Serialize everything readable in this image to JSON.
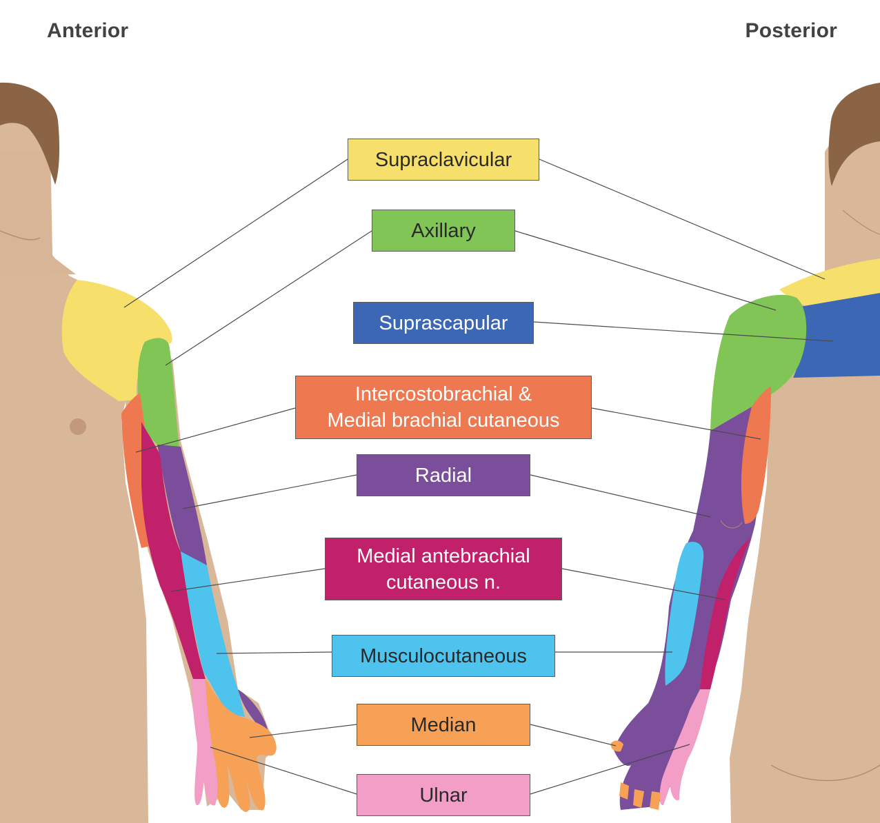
{
  "views": {
    "anterior": "Anterior",
    "posterior": "Posterior"
  },
  "nerves": {
    "supraclavicular": {
      "label": "Supraclavicular",
      "color": "#f7df6b"
    },
    "axillary": {
      "label": "Axillary",
      "color": "#80c556"
    },
    "suprascapular": {
      "label": "Suprascapular",
      "color": "#3b67b4"
    },
    "intercostobrachial": {
      "line1": "Intercostobrachial &",
      "line2": "Medial brachial cutaneous",
      "color": "#ee7850"
    },
    "radial": {
      "label": "Radial",
      "color": "#7a4e9b"
    },
    "medial_antebrachial": {
      "line1": "Medial antebrachial",
      "line2": "cutaneous n.",
      "color": "#c1206b"
    },
    "musculocutaneous": {
      "label": "Musculocutaneous",
      "color": "#4dc3ee"
    },
    "median": {
      "label": "Median",
      "color": "#f6a155"
    },
    "ulnar": {
      "label": "Ulnar",
      "color": "#f29ec6"
    }
  },
  "colors": {
    "skin": "#d9b89a",
    "skin_shadow": "#c9a384",
    "hair": "#8a6445",
    "leader_line": "#4a4a4a"
  }
}
